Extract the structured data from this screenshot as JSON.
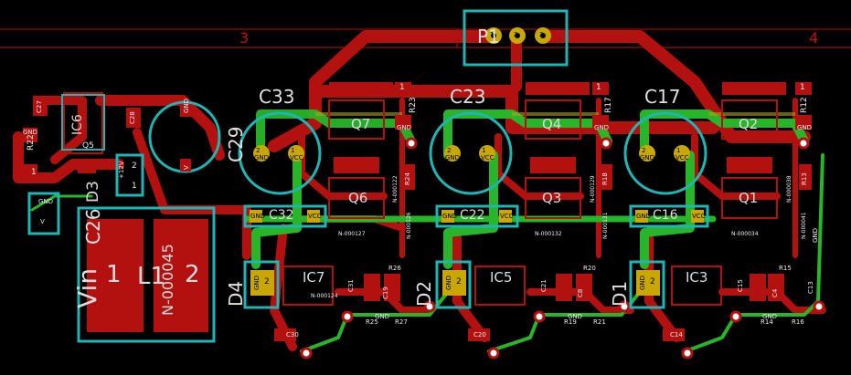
{
  "zones": {
    "left": "3",
    "right": "4"
  },
  "header": {
    "ref": "P1",
    "pins": [
      "1",
      "2",
      "3"
    ]
  },
  "caps_big": [
    {
      "ref": "C33",
      "pad1": "GND",
      "pad2": "VCC",
      "n1": "2",
      "n2": "1"
    },
    {
      "ref": "C23",
      "pad1": "GND",
      "pad2": "VCC",
      "n1": "2",
      "n2": "1"
    },
    {
      "ref": "C17",
      "pad1": "GND",
      "pad2": "VCC",
      "n1": "2",
      "n2": "1"
    }
  ],
  "caps_small": [
    {
      "ref": "C32",
      "pad1": "GND",
      "pad2": "VCC"
    },
    {
      "ref": "C22",
      "pad1": "GND",
      "pad2": "VCC"
    },
    {
      "ref": "C16",
      "pad1": "GND",
      "pad2": "VCC"
    }
  ],
  "transistors": [
    "Q7",
    "Q6",
    "Q4",
    "Q3",
    "Q2",
    "Q1",
    "Q5"
  ],
  "ics": [
    "IC7",
    "IC5",
    "IC3",
    "IC6"
  ],
  "diodes": [
    "D4",
    "D2",
    "D1",
    "D3"
  ],
  "inductor": {
    "ref": "L1",
    "pad1": "1",
    "pad2": "2",
    "net1": "Vin",
    "net2": "N-000045"
  },
  "left_parts": {
    "c29": "C29",
    "c26": "C26",
    "c27": "C27",
    "c28": "C28",
    "r22": "R22",
    "p12v": "+12V",
    "gnd": "GND",
    "vin": "Vin",
    "n2": "2",
    "n1": "1",
    "gnd_pad": "GND",
    "v_pad": "V"
  },
  "resistors_top": [
    {
      "ref": "R23",
      "net": "GND",
      "pin": "1"
    },
    {
      "ref": "R17",
      "net": "GND",
      "pin": "1"
    },
    {
      "ref": "R12",
      "net": "GND",
      "pin": "1"
    }
  ],
  "resistors_mid": [
    "R24",
    "R18",
    "R13"
  ],
  "vnets": [
    "N-000122",
    "N-000126",
    "N-000129",
    "N-000131",
    "N-000038",
    "N-000041"
  ],
  "hnets": [
    "N-000127",
    "N-000132",
    "N-000034",
    "N-000124"
  ],
  "lower": {
    "s1": {
      "c31": "C31",
      "c19": "C19",
      "r26": "R26",
      "r25": "R25",
      "r27": "R27",
      "c30": "C30",
      "gnd": "GND"
    },
    "s2": {
      "c21": "C21",
      "c8": "C8",
      "r20": "R20",
      "r19": "R19",
      "r21": "R21",
      "c20": "C20",
      "gnd": "GND"
    },
    "s3": {
      "c15": "C15",
      "c4": "C4",
      "c13": "C13",
      "r15": "R15",
      "r14": "R14",
      "r16": "R16",
      "c14": "C14",
      "gnd": "GND"
    }
  },
  "pad_nums": {
    "one": "1",
    "two": "2"
  },
  "colors": {
    "copper_top": "#b31010",
    "copper_bottom": "#29b529",
    "silk_outline": "#1fb5b5",
    "board": "#000000",
    "pad": "#c8a800",
    "zone_line": "#c01010"
  }
}
